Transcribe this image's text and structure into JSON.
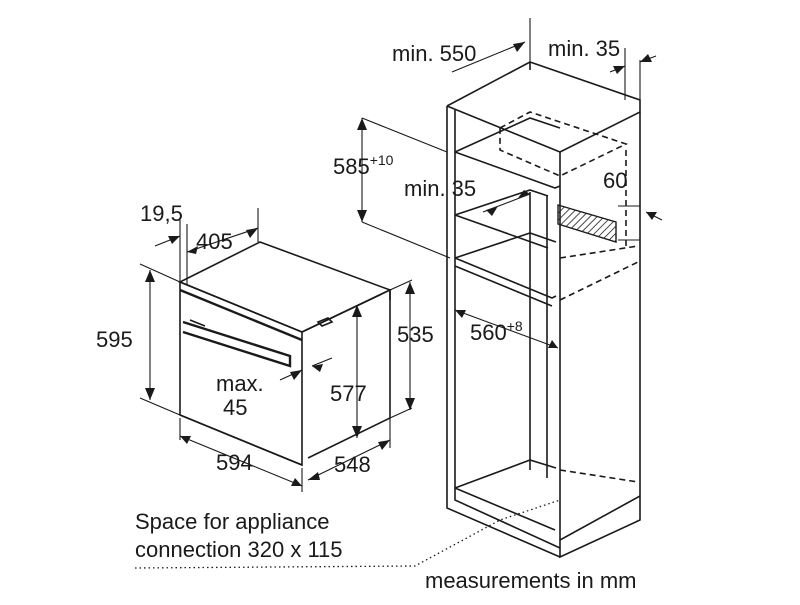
{
  "labels": {
    "cab_depth": "min. 550",
    "cab_gap_top": "min. 35",
    "niche_height_base": "585",
    "niche_height_sup": "+10",
    "rail_gap": "min. 35",
    "vent_height": "60",
    "niche_width_base": "560",
    "niche_width_sup": "+8",
    "front_thickness": "19,5",
    "front_offset": "405",
    "oven_height": "595",
    "body_height": "535",
    "inner_height": "577",
    "handle_max": "max.",
    "handle_value": "45",
    "oven_width": "594",
    "oven_depth": "548",
    "connection_line1": "Space for appliance",
    "connection_line2": "connection 320 x 115",
    "units_note": "measurements in mm"
  }
}
